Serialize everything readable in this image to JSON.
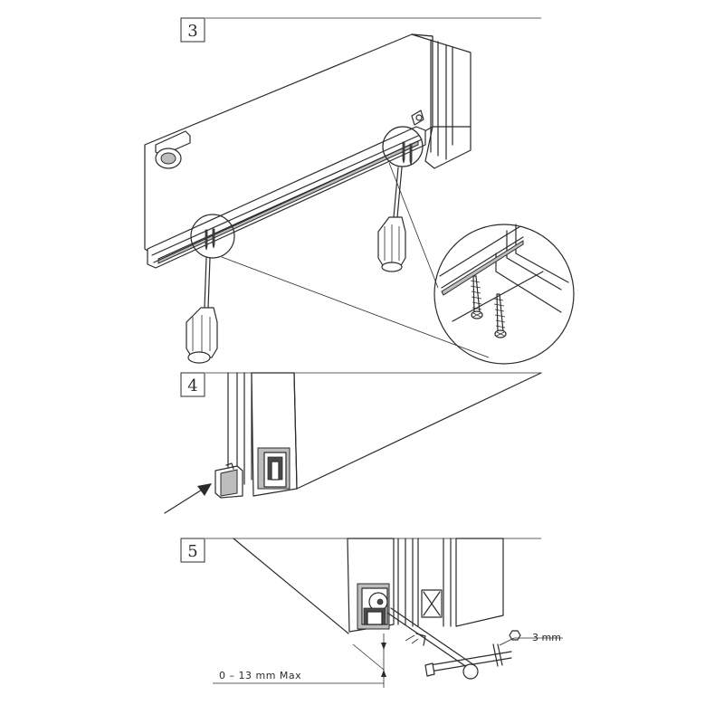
{
  "steps": [
    {
      "number": "3"
    },
    {
      "number": "4"
    },
    {
      "number": "5"
    }
  ],
  "dimensions": {
    "gap": "0 – 13 mm Max",
    "hex_key": "3 mm"
  },
  "colors": {
    "line": "#2b2b2b",
    "shade": "#bdbdbd",
    "dark": "#4a4a4a",
    "background": "#ffffff"
  },
  "icons": [
    "screwdriver-icon",
    "screw-icon",
    "hex-key-icon",
    "hexagon-icon",
    "arrow-icon",
    "magnifier-callout"
  ]
}
